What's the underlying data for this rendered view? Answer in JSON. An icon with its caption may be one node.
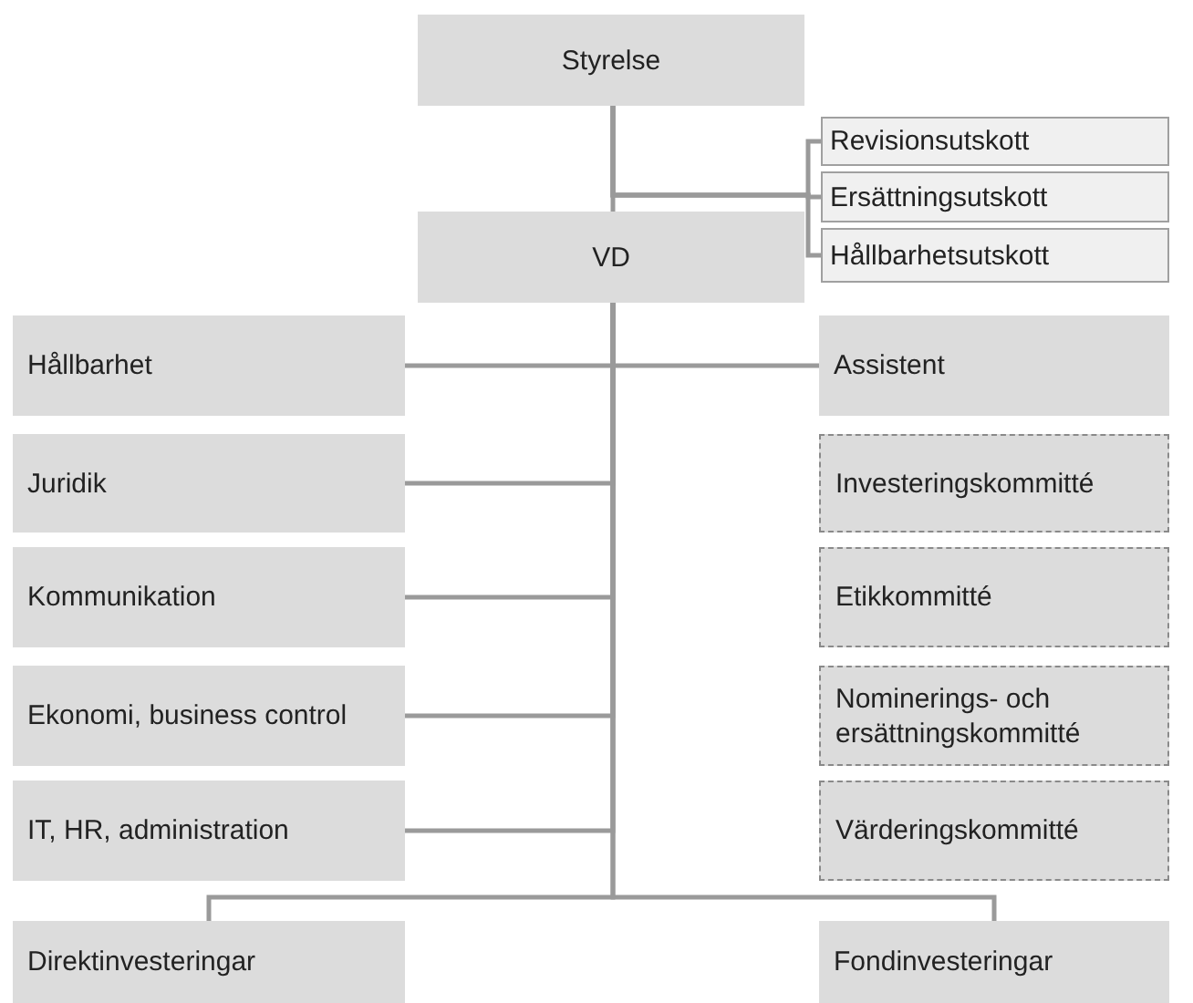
{
  "diagram": {
    "nodes": [
      {
        "text": [
          "Styrelse"
        ]
      },
      {
        "text": [
          "Revisionsutskott"
        ]
      },
      {
        "text": [
          "Ersättningsutskott"
        ]
      },
      {
        "text": [
          "Hållbarhetsutskott"
        ]
      },
      {
        "text": [
          "VD"
        ]
      },
      {
        "text": [
          "Hållbarhet"
        ]
      },
      {
        "text": [
          "Assistent"
        ]
      },
      {
        "text": [
          "Juridik"
        ]
      },
      {
        "text": [
          "Investeringskommitté"
        ]
      },
      {
        "text": [
          "Kommunikation"
        ]
      },
      {
        "text": [
          "Etikkommitté"
        ]
      },
      {
        "text": [
          "Ekonomi, business control"
        ]
      },
      {
        "text": [
          "Nominerings- och ersättningskommitté"
        ]
      },
      {
        "text": [
          "IT, HR, administration"
        ]
      },
      {
        "text": [
          "Värderingskommitté"
        ]
      },
      {
        "text": [
          "Direktinvesteringar"
        ]
      },
      {
        "text": [
          "Fondinvesteringar"
        ]
      }
    ],
    "edges": [
      {
        "from": 0,
        "to": 4,
        "arrow": "none"
      },
      {
        "from": 0,
        "to": 1,
        "arrow": "none"
      },
      {
        "from": 0,
        "to": 2,
        "arrow": "none"
      },
      {
        "from": 0,
        "to": 3,
        "arrow": "none"
      },
      {
        "from": 4,
        "to": 5,
        "arrow": "none"
      },
      {
        "from": 4,
        "to": 6,
        "arrow": "none"
      },
      {
        "from": 4,
        "to": 7,
        "arrow": "none"
      },
      {
        "from": 4,
        "to": 9,
        "arrow": "none"
      },
      {
        "from": 4,
        "to": 11,
        "arrow": "none"
      },
      {
        "from": 4,
        "to": 13,
        "arrow": "none"
      },
      {
        "from": 4,
        "to": 15,
        "arrow": "none"
      },
      {
        "from": 4,
        "to": 16,
        "arrow": "none"
      }
    ]
  }
}
